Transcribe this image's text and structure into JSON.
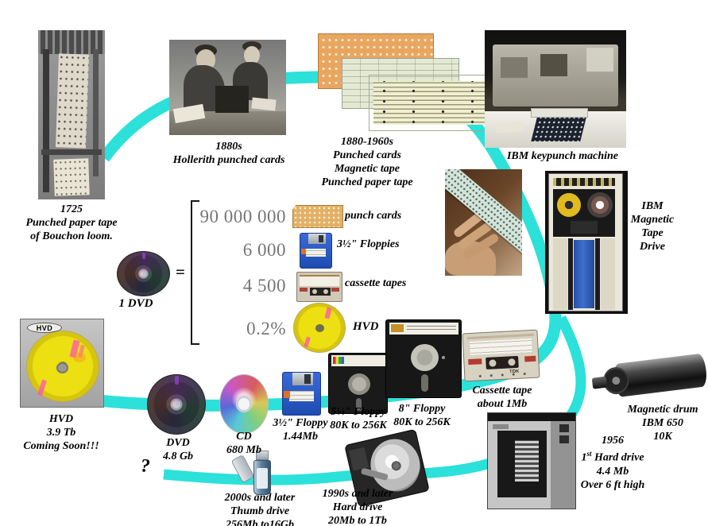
{
  "palette": {
    "timeline": "#2BE1D9",
    "qty_text": "#757575"
  },
  "captions": {
    "loom": [
      "1725",
      "Punched paper tape",
      "of Bouchon loom."
    ],
    "hollerith": [
      "1880s",
      "Hollerith punched cards"
    ],
    "punched_cards_era": [
      "1880-1960s",
      "Punched cards",
      "Magnetic tape",
      "Punched paper tape"
    ],
    "keypunch": "IBM keypunch machine",
    "tape_drive": [
      "IBM",
      "Magnetic",
      "Tape",
      "Drive"
    ],
    "one_dvd": "1 DVD",
    "hvd_main": [
      "HVD",
      "3.9 Tb",
      "Coming Soon!!!"
    ],
    "dvd": [
      "DVD",
      "4.8 Gb"
    ],
    "cd": [
      "CD",
      "680 Mb"
    ],
    "floppy_35": [
      "3½\" Floppy",
      "1.44Mb"
    ],
    "floppy_525": [
      "5¼\" Floppy",
      "80K to 256K"
    ],
    "floppy_8": [
      "8\" Floppy",
      "80K to 256K"
    ],
    "cassette": [
      "Cassette tape",
      "about 1Mb"
    ],
    "drum": [
      "Magnetic drum",
      "IBM 650",
      "10K"
    ],
    "hd_1956": {
      "year": "1956",
      "ord_num": "1",
      "ord_sup": "st",
      "rest": " Hard drive",
      "size": "4.4 Mb",
      "height": "Over 6 ft high"
    },
    "hd_1990s": [
      "1990s and later",
      "Hard drive",
      "20Mb to 1Tb"
    ],
    "thumb": [
      "2000s and later",
      "Thumb drive",
      "256Mb to16Gb"
    ],
    "future_question": "?"
  },
  "equivalence": {
    "equals_sign": "=",
    "rows": [
      {
        "qty": "90 000 000",
        "label": "punch cards"
      },
      {
        "qty": "6 000",
        "label": "3½\" Floppies"
      },
      {
        "qty": "4 500",
        "label": "cassette tapes"
      },
      {
        "qty": "0.2%",
        "label": "HVD"
      }
    ]
  },
  "photo_text": {
    "hvd_logo": "HVD",
    "cassette_brand": "TDK"
  }
}
